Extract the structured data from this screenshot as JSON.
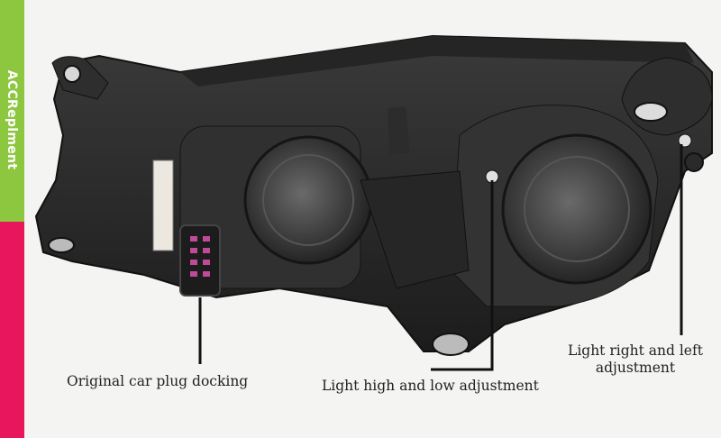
{
  "brand": {
    "text": "ACCReplment",
    "strip_top_color": "#8dc63f",
    "strip_bottom_color": "#e8175d"
  },
  "labels": {
    "plug": "Original car plug docking",
    "high_low": "Light high and low adjustment",
    "right_left": "Light right and left adjustment"
  },
  "colors": {
    "housing": "#2a2a2a",
    "background": "#f4f4f2",
    "plug_pins": "#c04a9a"
  }
}
